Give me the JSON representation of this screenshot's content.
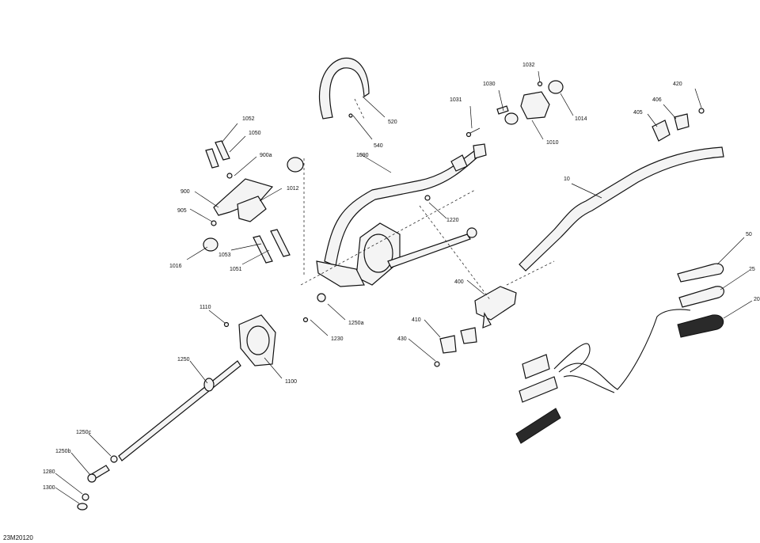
{
  "diagram": {
    "reference_code": "23M20120",
    "callouts": [
      "520",
      "540",
      "1031",
      "1030",
      "1032",
      "1014",
      "1010",
      "420",
      "406",
      "405",
      "10",
      "1052",
      "1050",
      "900a",
      "1012",
      "900",
      "905",
      "1016",
      "1053",
      "1051",
      "1090",
      "1220",
      "400",
      "410",
      "430",
      "1110",
      "1250a",
      "1230",
      "1100",
      "1250",
      "1250c",
      "1250b",
      "1280",
      "1300",
      "50",
      "25",
      "20"
    ]
  }
}
